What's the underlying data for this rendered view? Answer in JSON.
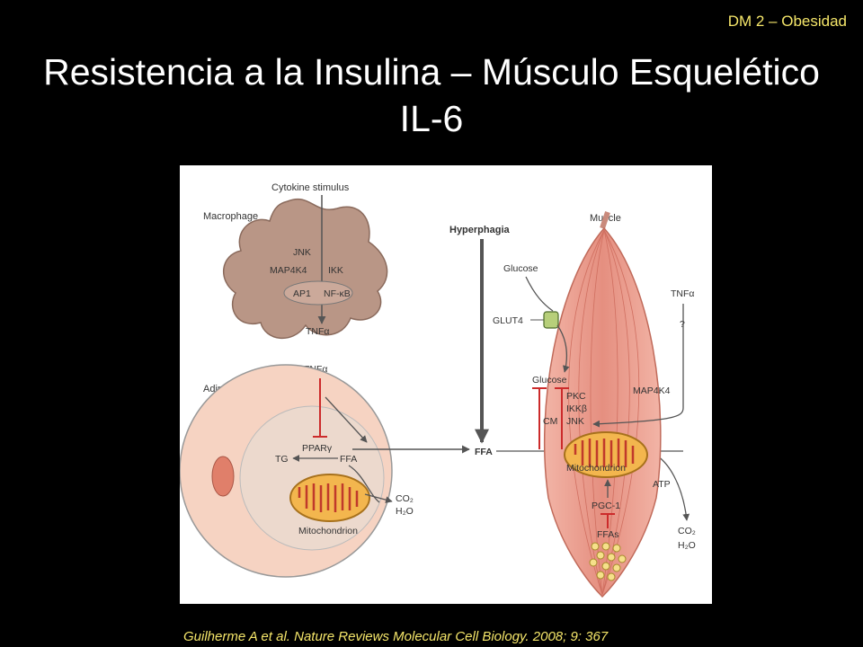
{
  "header": {
    "tag": "DM 2 – Obesidad"
  },
  "title": {
    "line1": "Resistencia a la Insulina – Músculo Esquelético",
    "line2": "IL-6"
  },
  "citation": "Guilherme A et al. Nature Reviews Molecular Cell Biology. 2008; 9: 367",
  "colors": {
    "background": "#000000",
    "title": "#ffffff",
    "accent": "#f5e66a",
    "inhibition": "#cc2b2b",
    "macrophage": "#b09080",
    "adipocyte": "#f6d3c2",
    "muscle": "#eb9f91"
  },
  "figure": {
    "cytokine_stimulus": "Cytokine stimulus",
    "macrophage_label": "Macrophage",
    "jnk": "JNK",
    "map4k4_mac": "MAP4K4",
    "ikk": "IKK",
    "ap1": "AP1",
    "nfkb": "NF-κB",
    "tnfa_mac": "TNFα",
    "tnfa_mid": "TNFα",
    "adipocyte_label": "Adipocyte",
    "ppar": "PPARγ",
    "tg": "TG",
    "ffa_adipo": "FFA",
    "mito_adipo": "Mitochondrion",
    "co2_adipo": "CO₂",
    "h2o_adipo": "H₂O",
    "hyperphagia": "Hyperphagia",
    "ffa_center": "FFA",
    "muscle_label": "Muscle",
    "glucose_out": "Glucose",
    "glut4": "GLUT4",
    "glucose_in": "Glucose",
    "cm": "CM",
    "pkc": "PKC",
    "ikkb": "IKKβ",
    "jnk_muscle": "JNK",
    "tnfa_muscle": "TNFα",
    "question": "?",
    "map4k4_muscle": "MAP4K4",
    "mito_muscle": "Mitochondrion",
    "atp": "ATP",
    "pgc1": "PGC-1",
    "ffas": "FFAs",
    "co2_muscle": "CO₂",
    "h2o_muscle": "H₂O"
  }
}
